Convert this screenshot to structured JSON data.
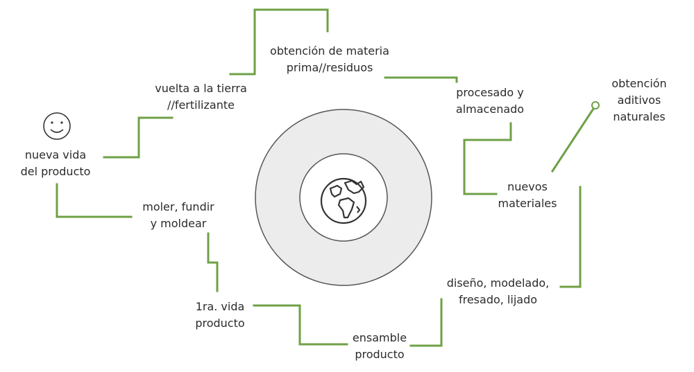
{
  "colors": {
    "connector": "#6fa046",
    "ring_outer": "#ececec",
    "ring_stroke": "#555555",
    "text": "#2b2b2b"
  },
  "center": {
    "icon": "globe-icon"
  },
  "smiley": {
    "icon": "smiley-face-icon"
  },
  "steps": {
    "obtencion_materia": [
      "obtención de materia",
      "prima//residuos"
    ],
    "procesado": [
      "procesado y",
      "almacenado"
    ],
    "aditivos": [
      "obtención",
      "aditivos",
      "naturales"
    ],
    "nuevos_materiales": [
      "nuevos",
      "materiales"
    ],
    "diseno": [
      "diseño, modelado,",
      "fresado, lijado"
    ],
    "ensamble": [
      "ensamble",
      "producto"
    ],
    "primera_vida": [
      "1ra. vida",
      "producto"
    ],
    "moler": [
      "moler, fundir",
      "y moldear"
    ],
    "nueva_vida": [
      "nueva vida",
      "del producto"
    ],
    "vuelta_tierra": [
      "vuelta a la tierra",
      "//fertilizante"
    ]
  }
}
